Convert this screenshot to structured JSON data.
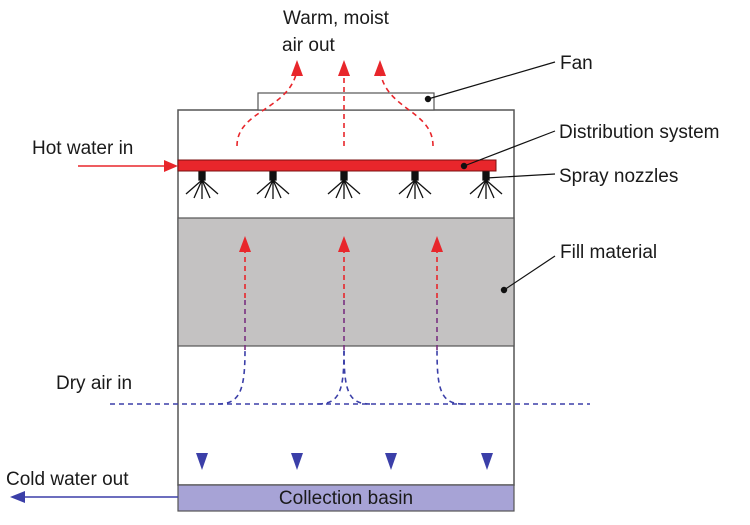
{
  "labels": {
    "warm_air_line1": "Warm, moist",
    "warm_air_line2": "air out",
    "fan": "Fan",
    "distribution": "Distribution system",
    "hot_water": "Hot water in",
    "spray_nozzles": "Spray nozzles",
    "fill_material": "Fill material",
    "dry_air": "Dry air in",
    "cold_water": "Cold water out",
    "collection_basin": "Collection basin"
  },
  "colors": {
    "hot": "#e8262b",
    "air_out": "#e8262b",
    "cold": "#3b3fa8",
    "dry_air": "#3b3fa8",
    "fill": "#c4c2c2",
    "basin": "#a7a3d6",
    "tower_outline": "#555555",
    "distribution_bar": "#e8262b"
  }
}
